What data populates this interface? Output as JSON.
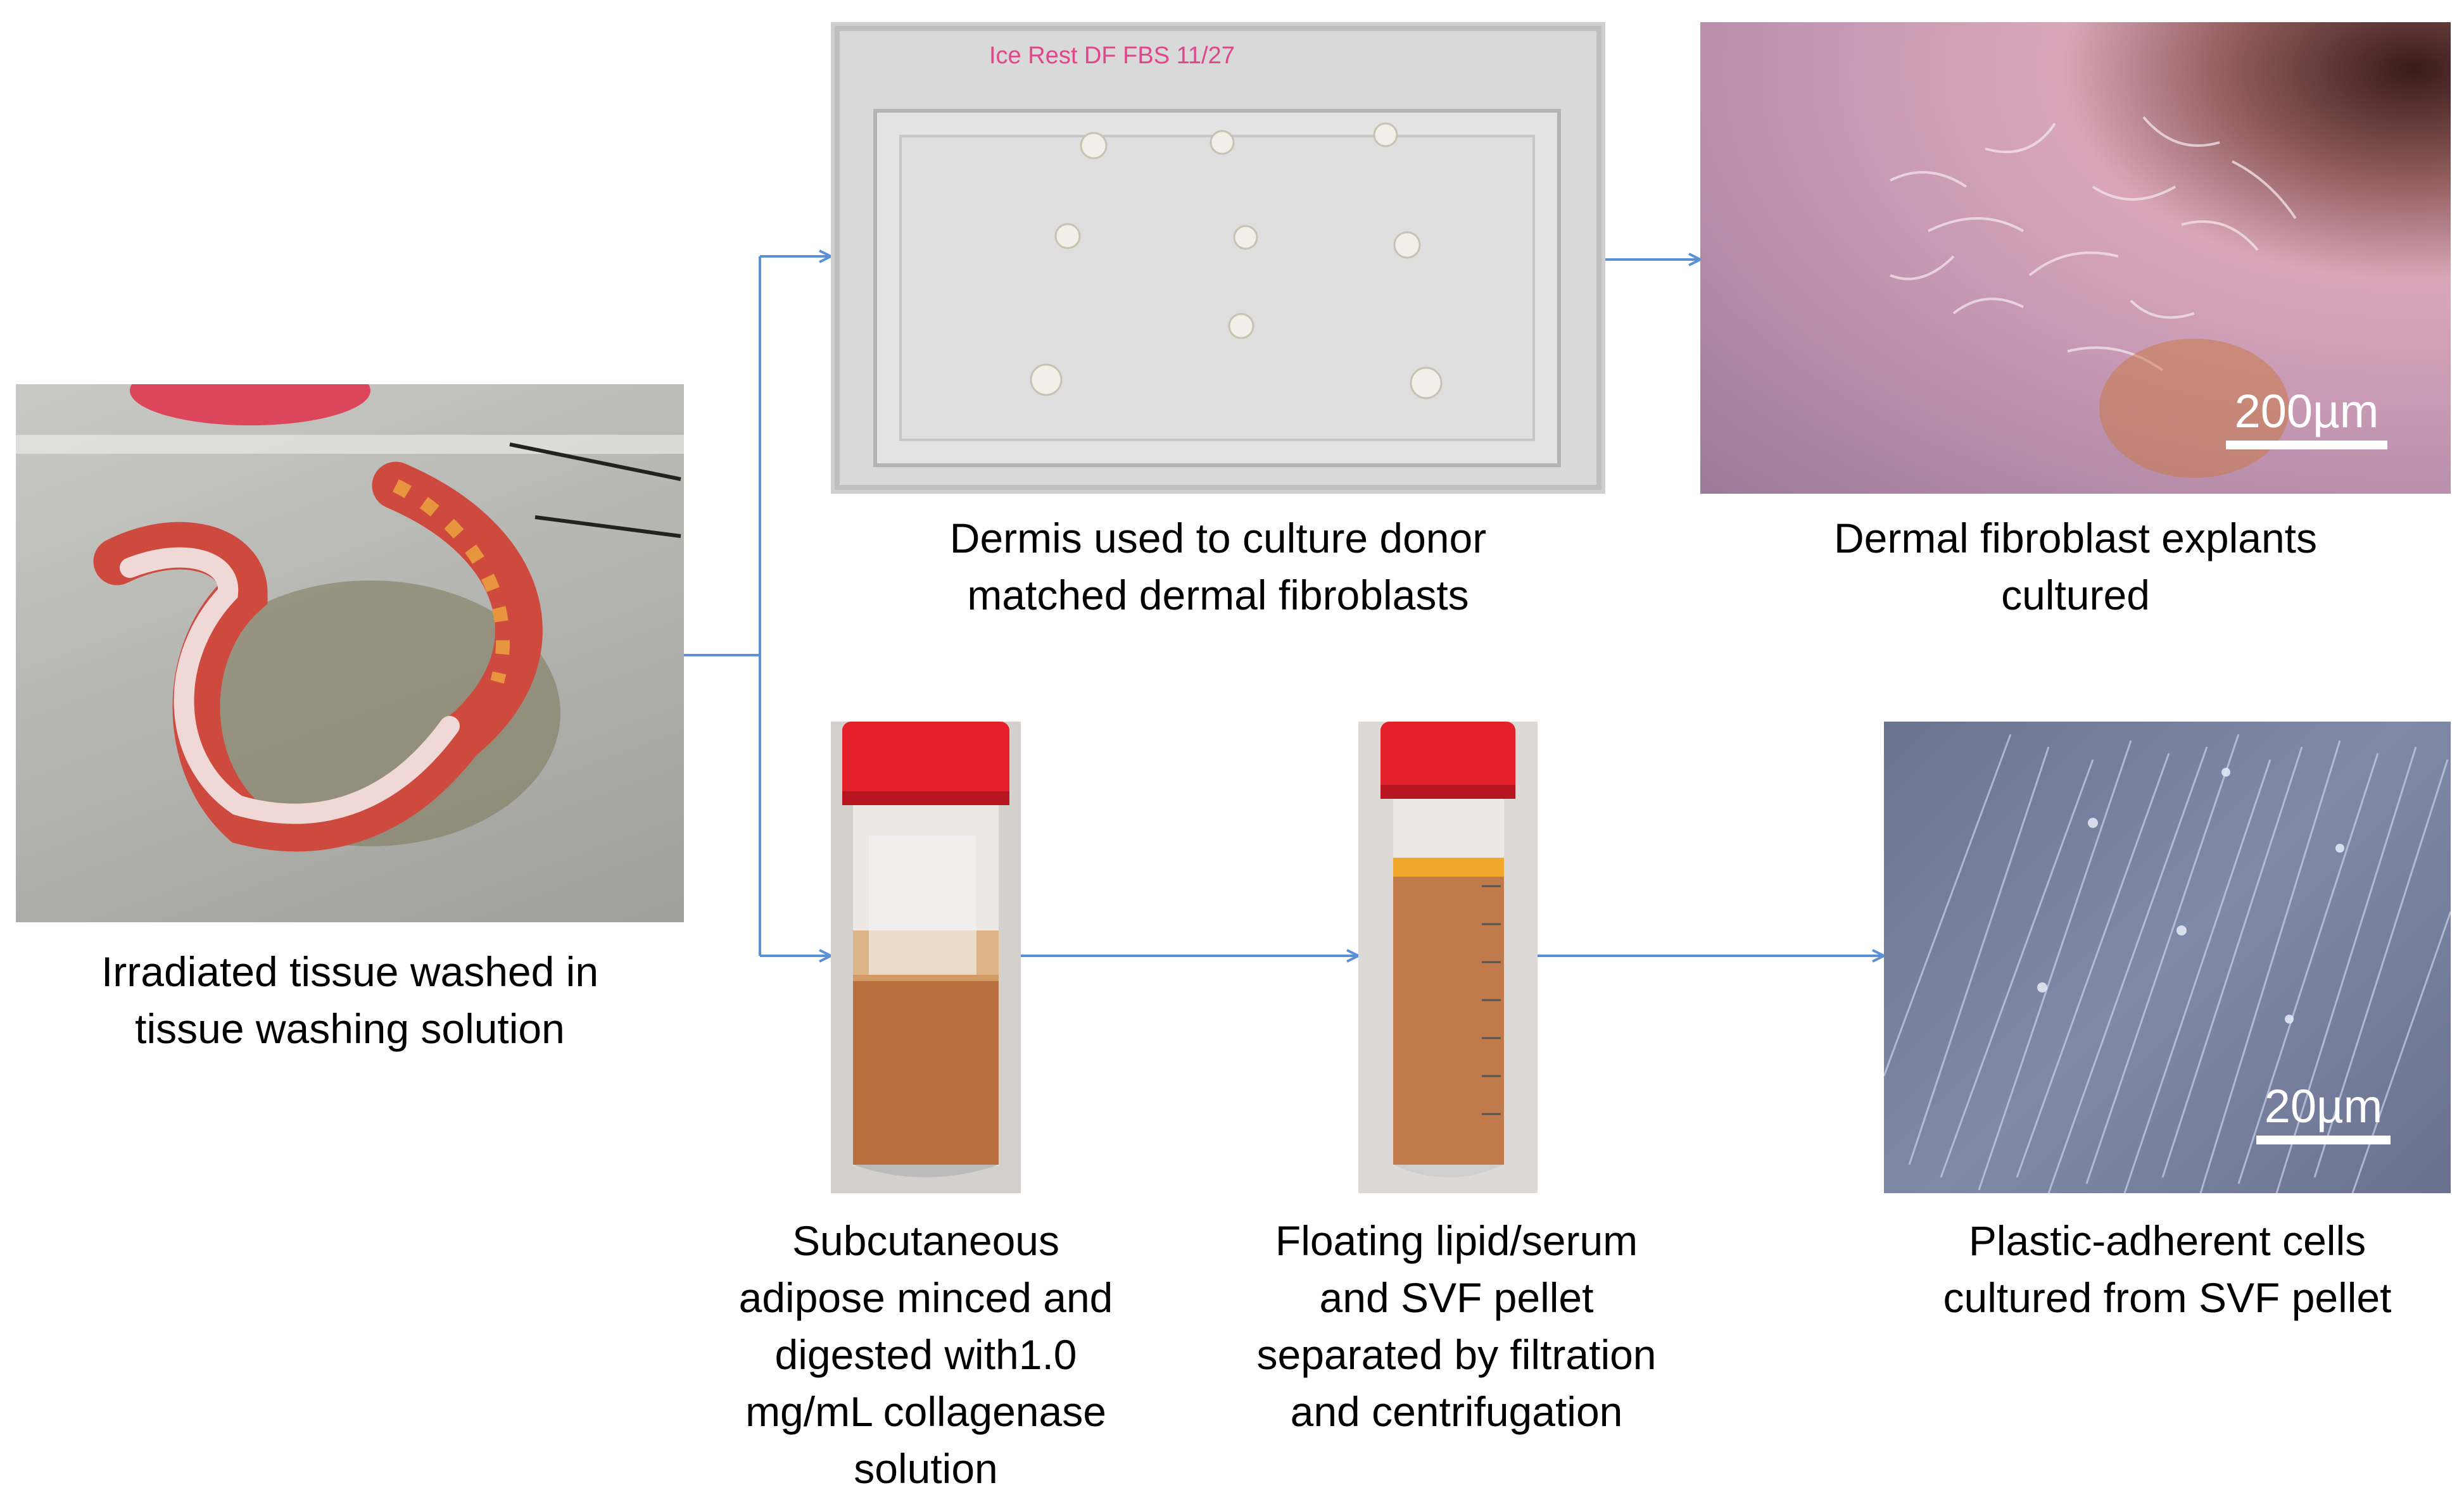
{
  "steps": {
    "irradiated": {
      "caption": [
        "Irradiated tissue washed in",
        "tissue washing solution"
      ]
    },
    "dermis": {
      "caption": [
        "Dermis used to culture donor",
        "matched dermal fibroblasts"
      ],
      "dish_label": "Ice Rest DF FBS 11/27"
    },
    "fibroblast": {
      "caption": [
        "Dermal fibroblast explants",
        "cultured"
      ],
      "scale": "200µm"
    },
    "adipose": {
      "caption": [
        "Subcutaneous",
        "adipose minced and",
        "digested with1.0",
        "mg/mL  collagenase",
        "solution"
      ]
    },
    "floating": {
      "caption": [
        "Floating lipid/serum",
        "and SVF pellet",
        "separated by filtration",
        "and centrifugation"
      ]
    },
    "plastic": {
      "caption": [
        "Plastic-adherent cells",
        "cultured from SVF pellet"
      ],
      "scale": "20µm"
    }
  },
  "colors": {
    "arrow": "#5b8fd6"
  }
}
